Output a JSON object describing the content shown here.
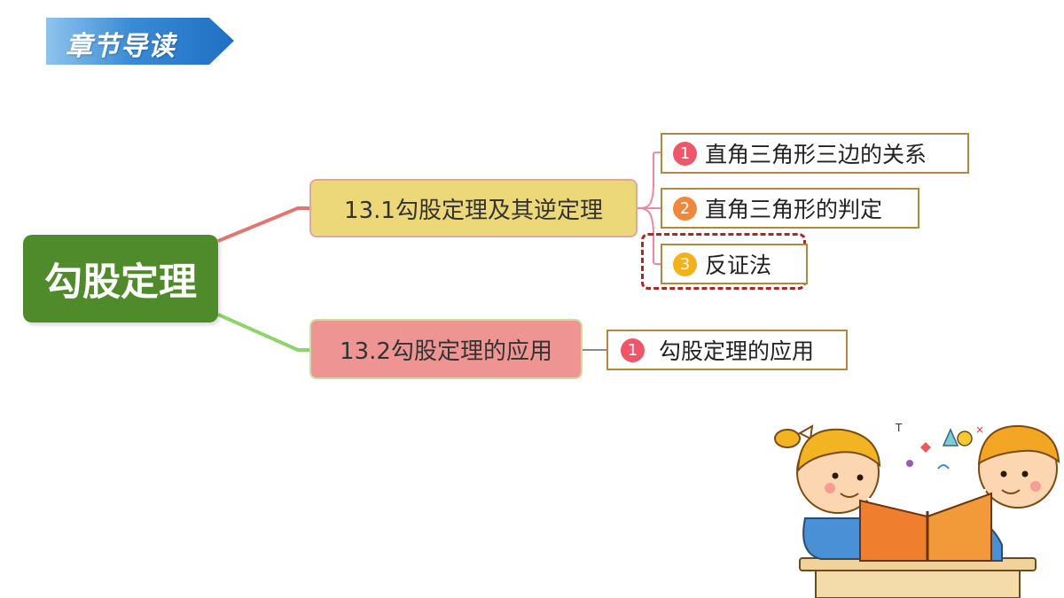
{
  "header": {
    "title": "章节导读"
  },
  "mindmap": {
    "root": "勾股定理",
    "branches": [
      {
        "label": "13.1勾股定理及其逆定理",
        "items": [
          {
            "number": "1",
            "label": "直角三角形三边的关系",
            "badge_color": "#f0566a"
          },
          {
            "number": "2",
            "label": "直角三角形的判定",
            "badge_color": "#f0873a"
          },
          {
            "number": "3",
            "label": "反证法",
            "badge_color": "#f4b11a"
          }
        ]
      },
      {
        "label": "13.2勾股定理的应用",
        "items": [
          {
            "number": "1",
            "label": "勾股定理的应用",
            "badge_color": "#f0566a"
          }
        ]
      }
    ]
  },
  "colors": {
    "banner_blue": "#1f6fc4",
    "root_green": "#4f8a2b",
    "branch1_fill": "#ecd779",
    "branch2_fill": "#ee9593",
    "leaf_border": "#b08a3c",
    "highlight_dash": "#a72a2a"
  }
}
